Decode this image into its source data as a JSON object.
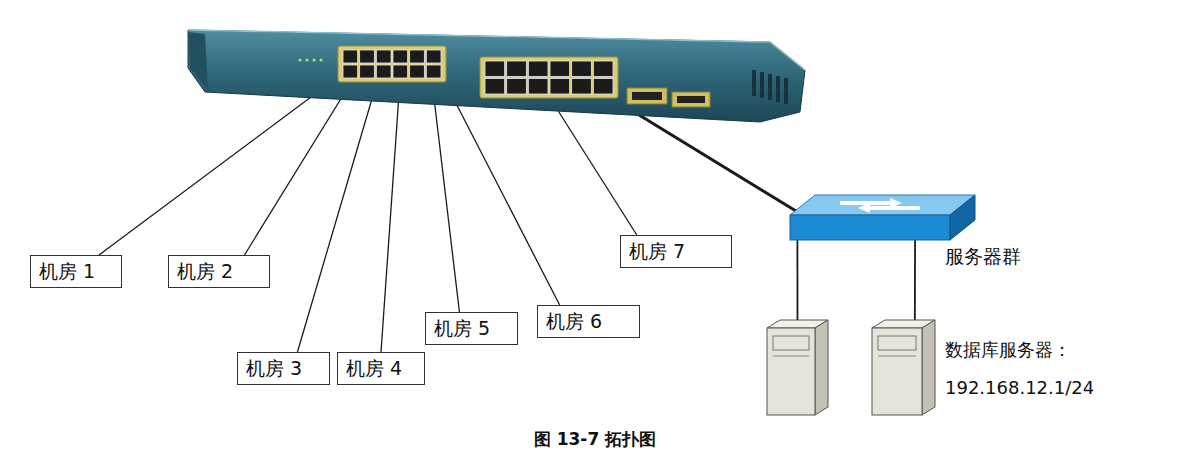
{
  "diagram": {
    "caption": "图 13-7 拓扑图",
    "nodes": [
      {
        "text": []
      },
      {
        "text": [
          "机房 1"
        ]
      },
      {
        "text": [
          "机房 2"
        ]
      },
      {
        "text": [
          "机房 3"
        ]
      },
      {
        "text": [
          "机房 4"
        ]
      },
      {
        "text": [
          "机房 5"
        ]
      },
      {
        "text": [
          "机房 6"
        ]
      },
      {
        "text": [
          "机房 7"
        ]
      },
      {
        "text": [
          "服务器群"
        ]
      },
      {
        "text": []
      },
      {
        "text": [
          "数据库服务器：",
          "192.168.12.1/24"
        ]
      }
    ],
    "edges": [
      {
        "from": 0,
        "to": 1,
        "arrow": "none"
      },
      {
        "from": 0,
        "to": 2,
        "arrow": "none"
      },
      {
        "from": 0,
        "to": 3,
        "arrow": "none"
      },
      {
        "from": 0,
        "to": 4,
        "arrow": "none"
      },
      {
        "from": 0,
        "to": 5,
        "arrow": "none"
      },
      {
        "from": 0,
        "to": 6,
        "arrow": "none"
      },
      {
        "from": 0,
        "to": 7,
        "arrow": "none"
      },
      {
        "from": 0,
        "to": 8,
        "arrow": "none"
      },
      {
        "from": 8,
        "to": 9,
        "arrow": "none"
      },
      {
        "from": 8,
        "to": 10,
        "arrow": "none"
      }
    ]
  }
}
